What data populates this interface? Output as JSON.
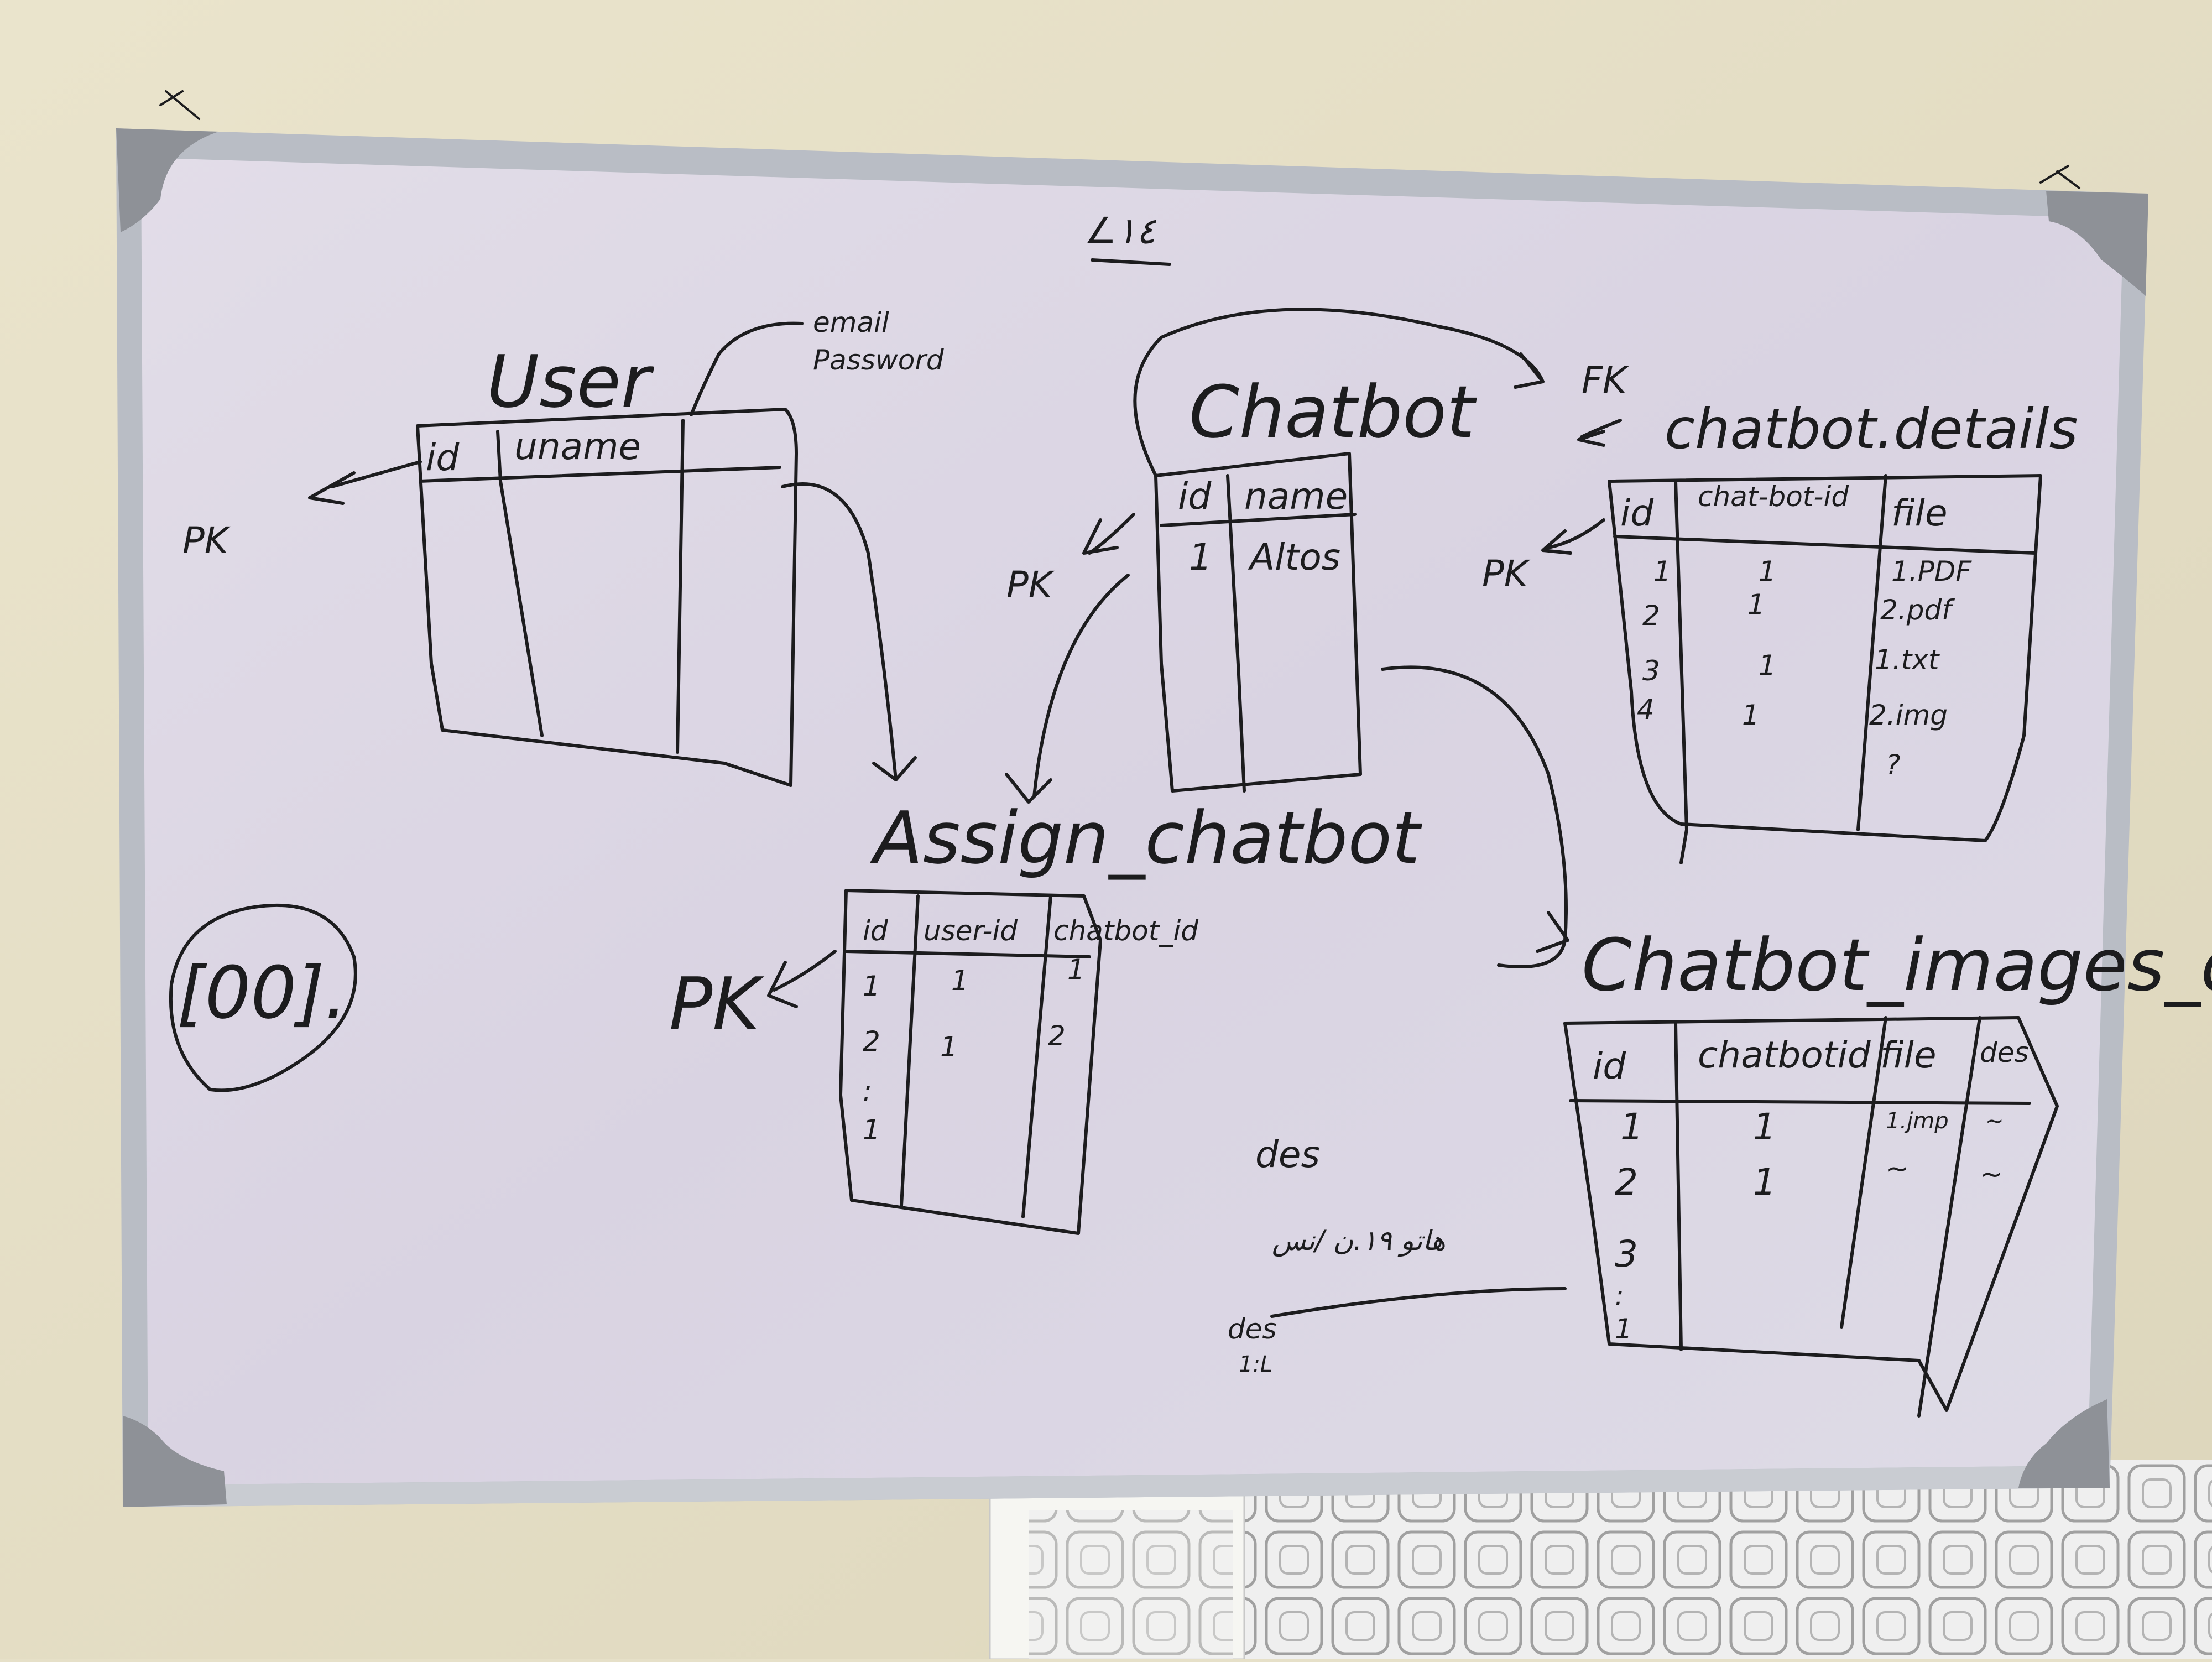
{
  "photo": {
    "board_header": "∠١٤",
    "note_circle": "[00].",
    "user_fields_note": [
      "email",
      "Password"
    ]
  },
  "tables": {
    "user": {
      "title": "User",
      "headers": [
        "id",
        "uname",
        ""
      ],
      "pk_label": "PK",
      "rows": []
    },
    "chatbot": {
      "title": "Chatbot",
      "headers": [
        "id",
        "name"
      ],
      "pk_label": "PK",
      "rows": [
        [
          "1",
          "Altos"
        ]
      ]
    },
    "chatbot_details": {
      "title": "chatbot.details",
      "fk_label": "FK",
      "pk_label": "PK",
      "headers": [
        "id",
        "chat-bot-id",
        "file"
      ],
      "rows": [
        [
          "1",
          "1",
          "1.PDF"
        ],
        [
          "2",
          "1",
          "2.pdf"
        ],
        [
          "3",
          "1",
          "1.txt"
        ],
        [
          "4",
          "1",
          "2.img"
        ]
      ],
      "trailing_mark": "?"
    },
    "assign_chatbot": {
      "title": "Assign_chatbot",
      "pk_label": "PK",
      "headers": [
        "id",
        "user-id",
        "chatbot_id"
      ],
      "rows": [
        [
          "1",
          "1",
          "1"
        ],
        [
          "2",
          "1",
          "2"
        ]
      ],
      "ellipsis": [
        ":",
        "1"
      ]
    },
    "chatbot_images_details": {
      "title": "Chatbot_images_details",
      "headers": [
        "id",
        "chatbotid",
        "file",
        "des"
      ],
      "rows": [
        [
          "1",
          "1",
          "1.jmp",
          "~"
        ],
        [
          "2",
          "1",
          "~",
          "~"
        ],
        [
          "3",
          "",
          "",
          ""
        ]
      ],
      "ellipsis": [
        ":",
        "1"
      ]
    }
  },
  "side_notes": {
    "des_label": "des",
    "des_value": "هاتو ١٩.ن /نس",
    "des_label_2": "des",
    "des_value_2": "1:L"
  },
  "colors": {
    "wall": "#e6e0c8",
    "board_surface": "#dcd8e4",
    "frame": "#b8bcc4",
    "corner": "#8f9298",
    "marker_ink": "#1c1c1e",
    "tile_panel": "#eeeeee"
  }
}
